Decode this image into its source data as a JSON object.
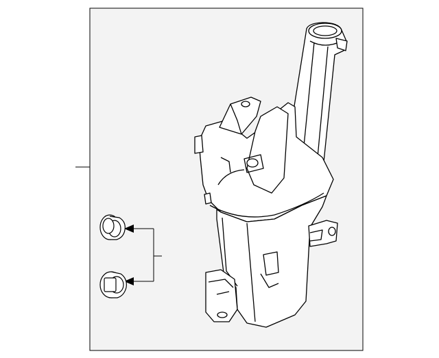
{
  "diagram": {
    "kind": "exploded-parts-diagram",
    "parts": [
      {
        "name": "washer-reservoir-tank"
      },
      {
        "name": "round-grommet"
      },
      {
        "name": "square-grommet"
      }
    ],
    "colors": {
      "stroke": "#000000",
      "panel_fill": "#f3f3f3",
      "background": "#ffffff",
      "part_fill": "#ffffff"
    }
  }
}
